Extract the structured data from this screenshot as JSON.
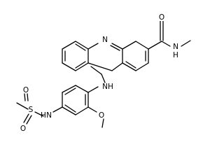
{
  "molecule": {
    "atoms": [
      {
        "id": "ring_n",
        "symbol": "N"
      },
      {
        "id": "amide_o",
        "symbol": "O"
      },
      {
        "id": "amide_n",
        "symbol": "N"
      },
      {
        "id": "amide_h",
        "symbol": "H"
      },
      {
        "id": "bridge_n",
        "symbol": "N"
      },
      {
        "id": "bridge_h",
        "symbol": "H"
      },
      {
        "id": "ether_o",
        "symbol": "O"
      },
      {
        "id": "sulfonamide_n",
        "symbol": "N"
      },
      {
        "id": "sulfonamide_h",
        "symbol": "H"
      },
      {
        "id": "sulfur",
        "symbol": "S"
      },
      {
        "id": "sulfonyl_o1",
        "symbol": "O"
      },
      {
        "id": "sulfonyl_o2",
        "symbol": "O"
      }
    ]
  }
}
